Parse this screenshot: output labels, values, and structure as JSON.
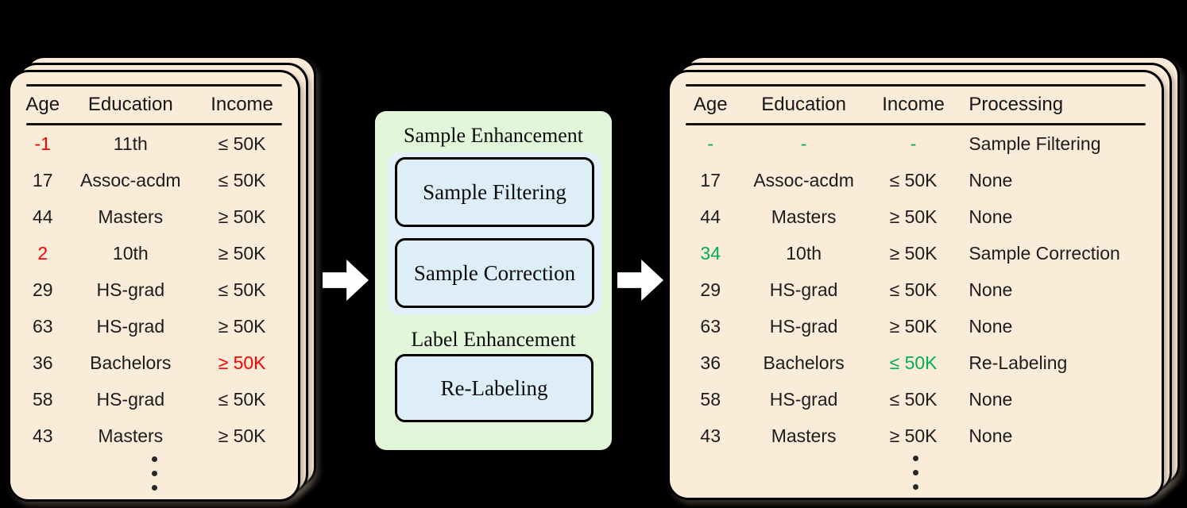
{
  "colors": {
    "background": "#000000",
    "card_fill": "#fbebd9",
    "panel_green": "#e2f7da",
    "container_blue": "#e3f0fb",
    "process_box_blue": "#ddeef9",
    "highlight_red": "#ff0000",
    "highlight_green": "#00b050",
    "arrow_white": "#ffffff"
  },
  "left_card": {
    "columns": [
      "Age",
      "Education",
      "Income"
    ],
    "rows": [
      [
        {
          "t": "-1",
          "c": "#ff0000"
        },
        {
          "t": "11th"
        },
        {
          "t": "≤ 50K"
        }
      ],
      [
        {
          "t": "17"
        },
        {
          "t": "Assoc-acdm"
        },
        {
          "t": "≤ 50K"
        }
      ],
      [
        {
          "t": "44"
        },
        {
          "t": "Masters"
        },
        {
          "t": "≥ 50K"
        }
      ],
      [
        {
          "t": "2",
          "c": "#ff0000"
        },
        {
          "t": "10th"
        },
        {
          "t": "≥ 50K"
        }
      ],
      [
        {
          "t": "29"
        },
        {
          "t": "HS-grad"
        },
        {
          "t": "≤ 50K"
        }
      ],
      [
        {
          "t": "63"
        },
        {
          "t": "HS-grad"
        },
        {
          "t": "≥ 50K"
        }
      ],
      [
        {
          "t": "36"
        },
        {
          "t": "Bachelors"
        },
        {
          "t": "≥ 50K",
          "c": "#ff0000"
        }
      ],
      [
        {
          "t": "58"
        },
        {
          "t": "HS-grad"
        },
        {
          "t": "≤ 50K"
        }
      ],
      [
        {
          "t": "43"
        },
        {
          "t": "Masters"
        },
        {
          "t": "≥ 50K"
        }
      ]
    ],
    "ellipsis": "⋮"
  },
  "pipeline": {
    "sample_enhancement_title": "Sample Enhancement",
    "sample_filtering_label": "Sample Filtering",
    "sample_correction_label": "Sample Correction",
    "label_enhancement_title": "Label Enhancement",
    "relabeling_label": "Re-Labeling"
  },
  "right_card": {
    "columns": [
      "Age",
      "Education",
      "Income",
      "Processing"
    ],
    "rows": [
      [
        {
          "t": "-",
          "c": "#00b050"
        },
        {
          "t": "-",
          "c": "#00b050"
        },
        {
          "t": "-",
          "c": "#00b050"
        },
        {
          "t": "Sample Filtering"
        }
      ],
      [
        {
          "t": "17"
        },
        {
          "t": "Assoc-acdm"
        },
        {
          "t": "≤ 50K"
        },
        {
          "t": "None"
        }
      ],
      [
        {
          "t": "44"
        },
        {
          "t": "Masters"
        },
        {
          "t": "≥ 50K"
        },
        {
          "t": "None"
        }
      ],
      [
        {
          "t": "34",
          "c": "#00b050"
        },
        {
          "t": "10th"
        },
        {
          "t": "≥ 50K"
        },
        {
          "t": "Sample Correction"
        }
      ],
      [
        {
          "t": "29"
        },
        {
          "t": "HS-grad"
        },
        {
          "t": "≤ 50K"
        },
        {
          "t": "None"
        }
      ],
      [
        {
          "t": "63"
        },
        {
          "t": "HS-grad"
        },
        {
          "t": "≥ 50K"
        },
        {
          "t": "None"
        }
      ],
      [
        {
          "t": "36"
        },
        {
          "t": "Bachelors"
        },
        {
          "t": "≤ 50K",
          "c": "#00b050"
        },
        {
          "t": "Re-Labeling"
        }
      ],
      [
        {
          "t": "58"
        },
        {
          "t": "HS-grad"
        },
        {
          "t": "≤ 50K"
        },
        {
          "t": "None"
        }
      ],
      [
        {
          "t": "43"
        },
        {
          "t": "Masters"
        },
        {
          "t": "≥ 50K"
        },
        {
          "t": "None"
        }
      ]
    ],
    "ellipsis": "⋮"
  }
}
